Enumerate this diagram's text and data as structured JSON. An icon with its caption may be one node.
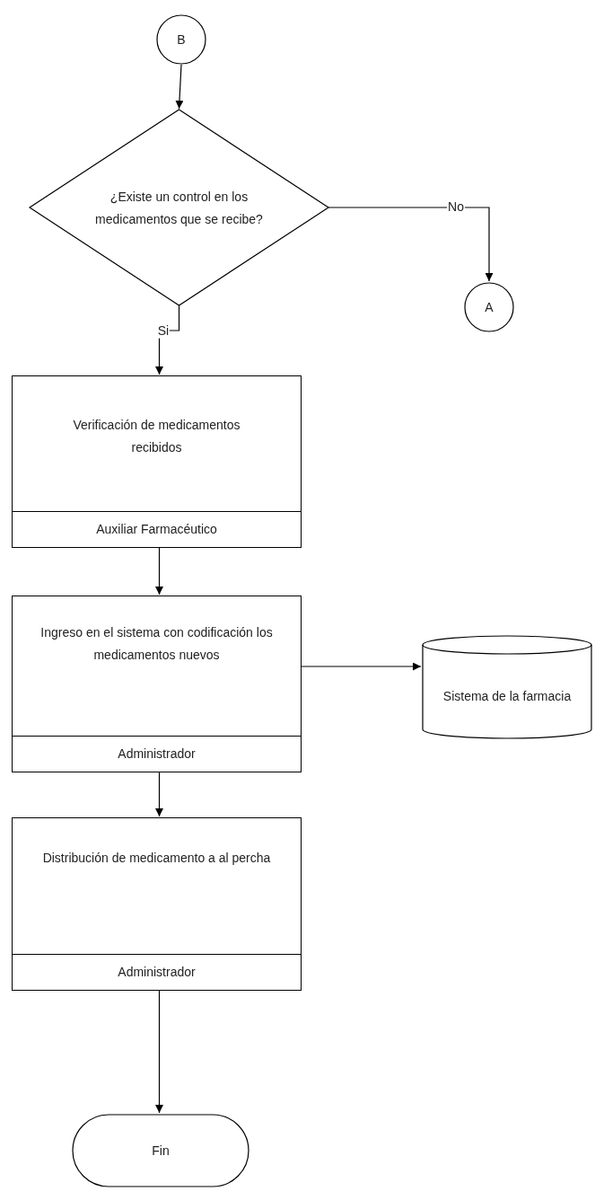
{
  "diagram": {
    "nodes": [
      {
        "text": [
          "B"
        ]
      },
      {
        "text": [
          "¿Existe un control en los medicamentos que se recibe?"
        ]
      },
      {
        "text": [
          "A"
        ]
      },
      {
        "text": [
          "Verificación de medicamentos recibidos",
          "Auxiliar Farmacéutico"
        ]
      },
      {
        "text": [
          "Ingreso en el sistema con codificación los medicamentos nuevos",
          "Administrador"
        ]
      },
      {
        "text": [
          "Sistema de la farmacia"
        ]
      },
      {
        "text": [
          "Distribución de medicamento a al percha",
          "Administrador"
        ]
      },
      {
        "text": [
          "Fin"
        ]
      }
    ],
    "edges": [
      {
        "from": 0,
        "to": 1,
        "arrow": "to"
      },
      {
        "from": 1,
        "to": 2,
        "arrow": "to",
        "label": "No"
      },
      {
        "from": 1,
        "to": 3,
        "arrow": "to",
        "label": "Si"
      },
      {
        "from": 3,
        "to": 4,
        "arrow": "to"
      },
      {
        "from": 4,
        "to": 5,
        "arrow": "to"
      },
      {
        "from": 4,
        "to": 6,
        "arrow": "to"
      },
      {
        "from": 6,
        "to": 7,
        "arrow": "to"
      }
    ]
  }
}
